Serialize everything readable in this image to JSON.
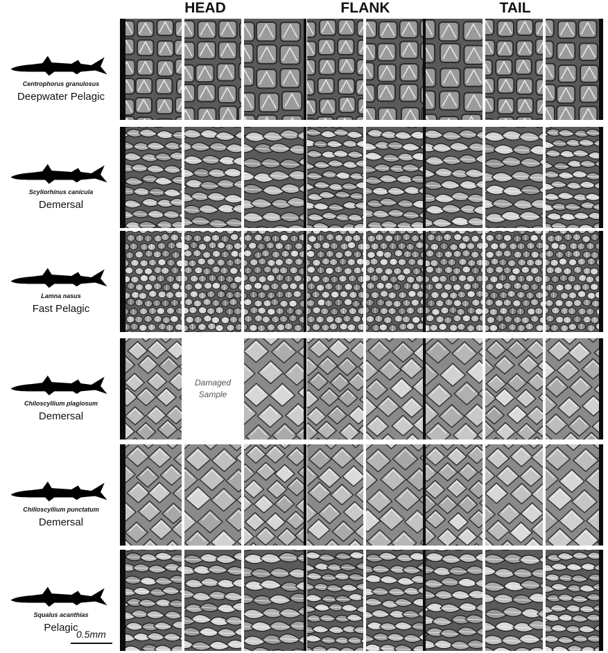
{
  "headers": [
    "HEAD",
    "FLANK",
    "TAIL"
  ],
  "rows": [
    {
      "species": "Centrophorus granulosus",
      "habitat": "Deepwater Pelagic",
      "texture": "tricuspid"
    },
    {
      "species": "Scyliorhinus canicula",
      "habitat": "Demersal",
      "texture": "spiny"
    },
    {
      "species": "Lamna nasus",
      "habitat": "Fast Pelagic",
      "texture": "fine"
    },
    {
      "species": "Chiloscyllium plagiosum",
      "habitat": "Demersal",
      "texture": "plates",
      "damaged_tile": 1
    },
    {
      "species": "Chilloscyllium punctatum",
      "habitat": "Demersal",
      "texture": "plates"
    },
    {
      "species": "Squalus acanthias",
      "habitat": "Pelagic",
      "texture": "spiny"
    }
  ],
  "damaged_label": "Damaged Sample",
  "scale_bar_label": "0.5mm",
  "icons": {
    "silhouette": "shark-silhouette-icon"
  },
  "colors": {
    "background": "#ffffff",
    "separator": "#0b0b0b",
    "silhouette": "#000000"
  }
}
